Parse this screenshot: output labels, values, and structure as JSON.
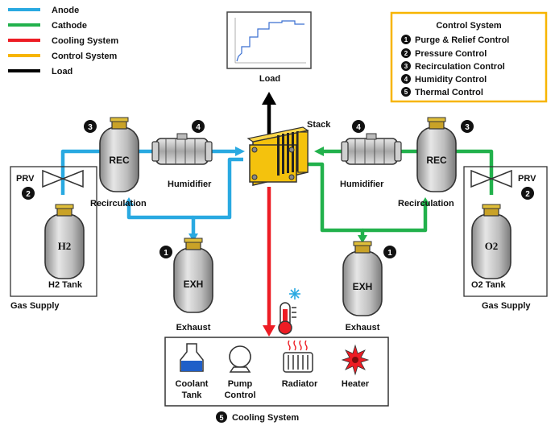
{
  "legend": {
    "items": [
      {
        "label": "Anode",
        "color": "#29a9e1"
      },
      {
        "label": "Cathode",
        "color": "#22b14c"
      },
      {
        "label": "Cooling System",
        "color": "#ed1c24"
      },
      {
        "label": "Control System",
        "color": "#f7b500"
      },
      {
        "label": "Load",
        "color": "#000000"
      }
    ]
  },
  "control_system": {
    "title": "Control System",
    "items": [
      {
        "num": "1",
        "label": "Purge & Relief Control"
      },
      {
        "num": "2",
        "label": "Pressure Control"
      },
      {
        "num": "3",
        "label": "Recirculation Control"
      },
      {
        "num": "4",
        "label": "Humidity Control"
      },
      {
        "num": "5",
        "label": "Thermal Control"
      }
    ]
  },
  "load": {
    "label": "Load"
  },
  "stack": {
    "label": "Stack"
  },
  "left": {
    "rec": "REC",
    "recirculation": "Recirculation",
    "humidifier": "Humidifier",
    "prv": "PRV",
    "tank_formula": "H2",
    "tank_label": "H2 Tank",
    "gas_supply": "Gas Supply",
    "exh": "EXH",
    "exhaust": "Exhaust",
    "badge_rec": "3",
    "badge_hum": "4",
    "badge_prv": "2",
    "badge_exh": "1"
  },
  "right": {
    "rec": "REC",
    "recirculation": "Recirculation",
    "humidifier": "Humidifier",
    "prv": "PRV",
    "tank_formula": "O2",
    "tank_label": "O2 Tank",
    "gas_supply": "Gas Supply",
    "exh": "EXH",
    "exhaust": "Exhaust",
    "badge_rec": "3",
    "badge_hum": "4",
    "badge_prv": "2",
    "badge_exh": "1"
  },
  "cooling": {
    "title_num": "5",
    "title": "Cooling System",
    "coolant_tank": [
      "Coolant",
      "Tank"
    ],
    "pump": [
      "Pump",
      "Control"
    ],
    "radiator": "Radiator",
    "heater": "Heater"
  },
  "icons": [
    "gas-cylinder-icon",
    "humidifier-icon",
    "valve-icon",
    "thermometer-icon",
    "snowflake-icon",
    "beaker-icon",
    "pump-icon",
    "radiator-icon",
    "heater-icon",
    "monitor-icon"
  ]
}
